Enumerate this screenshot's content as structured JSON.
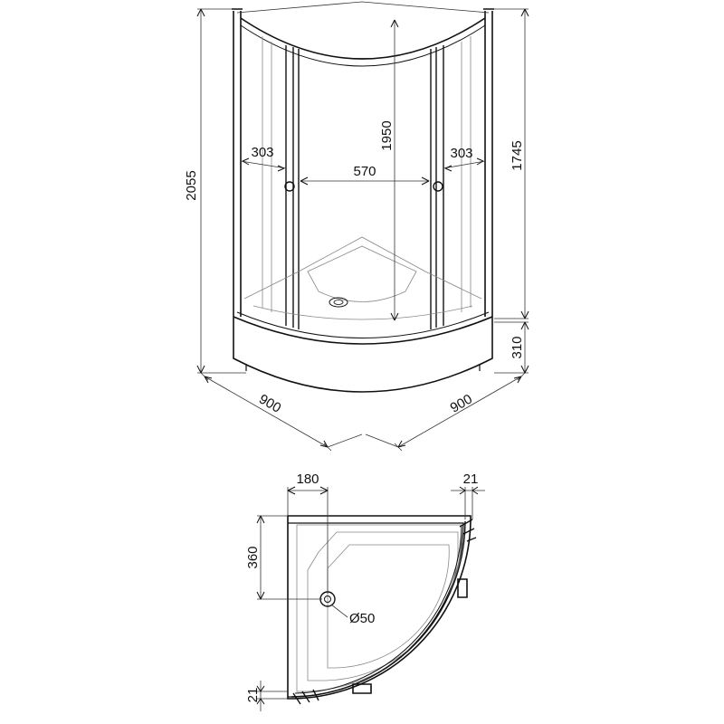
{
  "dimensions": {
    "total_height": "2055",
    "glass_height": "1950",
    "side_height": "1745",
    "tray_height": "310",
    "side_panel_left": "303",
    "side_panel_right": "303",
    "door_opening": "570",
    "depth_left": "900",
    "depth_right": "900",
    "drain_offset_x": "180",
    "drain_offset_y": "360",
    "corner_offset_top": "21",
    "corner_offset_bottom": "21",
    "drain_diameter": "Ø50"
  }
}
